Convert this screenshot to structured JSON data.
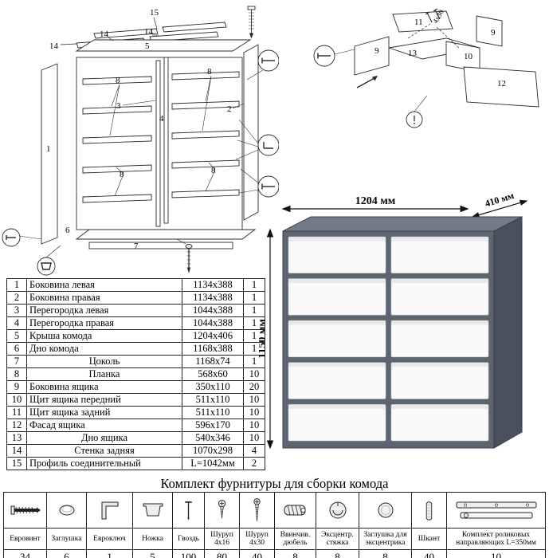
{
  "exploded": {
    "labels": {
      "p1": "1",
      "p2": "2",
      "p3": "3",
      "p4": "4",
      "p5": "5",
      "p6": "6",
      "p7": "7",
      "p8": "8",
      "p14": "14",
      "p15": "15"
    }
  },
  "drawer": {
    "labels": {
      "p9": "9",
      "p10": "10",
      "p11": "11",
      "p12": "12",
      "p13": "13",
      "screw": "4x30"
    }
  },
  "render": {
    "dim_width": "1204 мм",
    "dim_depth": "410 мм",
    "dim_height": "1150 мм"
  },
  "parts": {
    "rows": [
      {
        "num": "1",
        "name": "Боковина левая",
        "size": "1134x388",
        "qty": "1"
      },
      {
        "num": "2",
        "name": "Боковина правая",
        "size": "1134x388",
        "qty": "1"
      },
      {
        "num": "3",
        "name": "Перегородка левая",
        "size": "1044x388",
        "qty": "1"
      },
      {
        "num": "4",
        "name": "Перегородка правая",
        "size": "1044x388",
        "qty": "1"
      },
      {
        "num": "5",
        "name": "Крыша комода",
        "size": "1204x406",
        "qty": "1"
      },
      {
        "num": "6",
        "name": "Дно комода",
        "size": "1168x388",
        "qty": "1"
      },
      {
        "num": "7",
        "name": "Цоколь",
        "size": "1168x74",
        "qty": "1"
      },
      {
        "num": "8",
        "name": "Планка",
        "size": "568x60",
        "qty": "10"
      },
      {
        "num": "9",
        "name": "Боковина ящика",
        "size": "350x110",
        "qty": "20"
      },
      {
        "num": "10",
        "name": "Щит ящика передний",
        "size": "511x110",
        "qty": "10"
      },
      {
        "num": "11",
        "name": "Щит ящика задний",
        "size": "511x110",
        "qty": "10"
      },
      {
        "num": "12",
        "name": "Фасад ящика",
        "size": "596x170",
        "qty": "10"
      },
      {
        "num": "13",
        "name": "Дно ящика",
        "size": "540x346",
        "qty": "10"
      },
      {
        "num": "14",
        "name": "Стенка задняя",
        "size": "1070x298",
        "qty": "4"
      },
      {
        "num": "15",
        "name": "Профиль соединительный",
        "size": "L=1042мм",
        "qty": "2"
      }
    ]
  },
  "hardware": {
    "title": "Комплект фурнитуры для сборки комода",
    "items": [
      {
        "icon": "euro-screw-icon",
        "name": "Евровинт",
        "qty": "34"
      },
      {
        "icon": "plug-icon",
        "name": "Заглушка",
        "qty": "6"
      },
      {
        "icon": "hex-key-icon",
        "name": "Евроключ",
        "qty": "1"
      },
      {
        "icon": "leg-icon",
        "name": "Ножка",
        "qty": "5"
      },
      {
        "icon": "nail-icon",
        "name": "Гвоздь",
        "qty": "100"
      },
      {
        "icon": "screw-4x16-icon",
        "name": "Шуруп 4x16",
        "qty": "80"
      },
      {
        "icon": "screw-4x30-icon",
        "name": "Шуруп 4x30",
        "qty": "40"
      },
      {
        "icon": "dowel-screw-icon",
        "name": "Ввинчив. дюбель",
        "qty": "8"
      },
      {
        "icon": "cam-lock-icon",
        "name": "Эксцентр. стяжка",
        "qty": "8"
      },
      {
        "icon": "cam-cap-icon",
        "name": "Заглушка для эксцентрика",
        "qty": "8"
      },
      {
        "icon": "dowel-icon",
        "name": "Шкант",
        "qty": "40"
      },
      {
        "icon": "drawer-slides-icon",
        "name": "Комплект роликовых направляющих L=350мм",
        "qty": "10"
      }
    ]
  }
}
